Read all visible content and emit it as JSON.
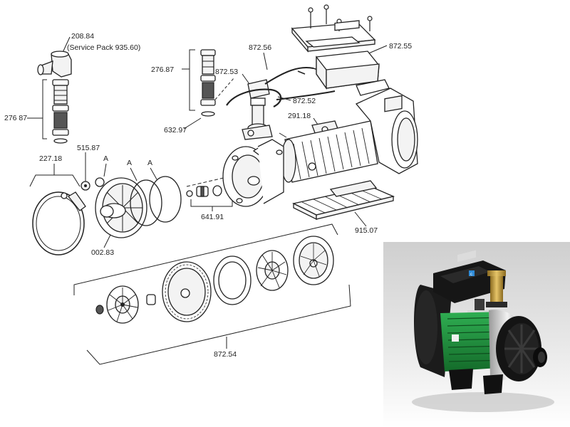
{
  "labels": {
    "p208": "208.84",
    "p208_service": "(Service Pack 935.60)",
    "p276_left": "276 87",
    "p227": "227.18",
    "p515": "515.87",
    "a1": "A",
    "a2": "A",
    "a3": "A",
    "p002": "002.83",
    "p276_top": "276.87",
    "p632": "632.97",
    "p872_53": "872.53",
    "p872_56": "872.56",
    "p872_52": "872.52",
    "p291": "291.18",
    "p872_55": "872.55",
    "p641": "641.91",
    "p915": "915.07",
    "p872_54": "872.54"
  },
  "photo": {
    "badge": "c"
  },
  "colors": {
    "line": "#222222",
    "motor_green": "#1f8a3b",
    "brass": "#c8a040",
    "photo_bg_top": "#d6d6d6",
    "photo_bg_bottom": "#ffffff"
  }
}
